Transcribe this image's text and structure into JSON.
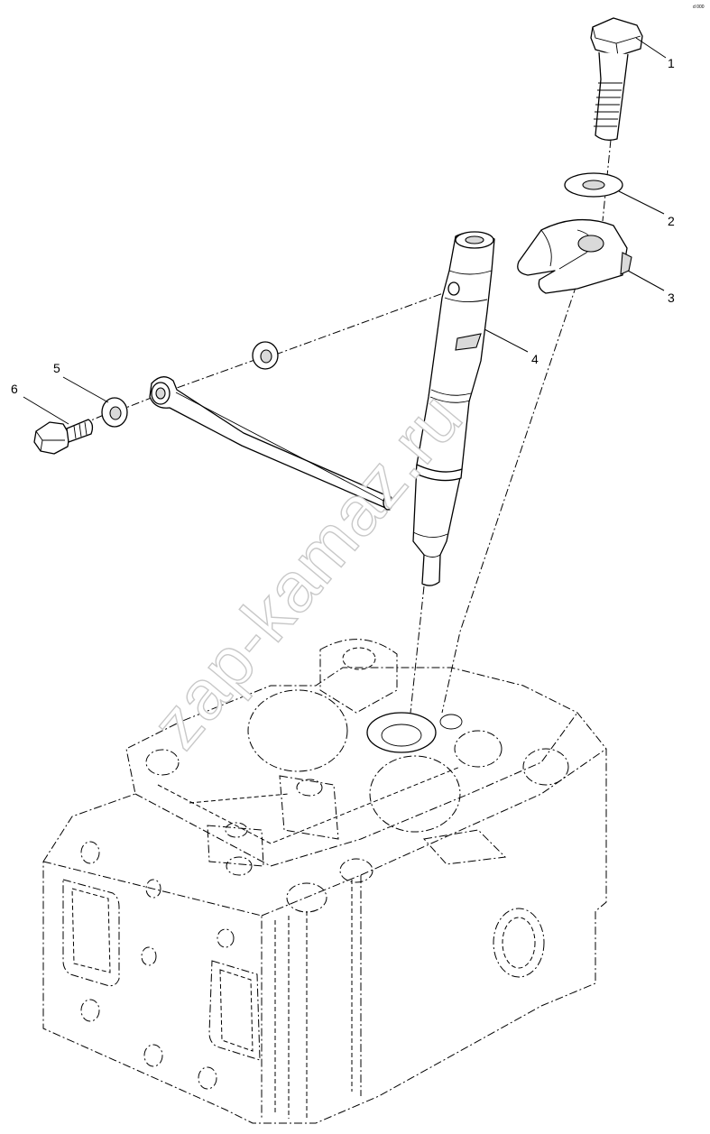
{
  "corner_mark": "d 000",
  "watermark": "zap-kamaz.ru",
  "callouts": [
    {
      "number": "1",
      "part": "bolt"
    },
    {
      "number": "2",
      "part": "washer"
    },
    {
      "number": "3",
      "part": "injector clamp"
    },
    {
      "number": "4",
      "part": "injector"
    },
    {
      "number": "5",
      "part": "sealing washer"
    },
    {
      "number": "6",
      "part": "banjo bolt"
    }
  ]
}
